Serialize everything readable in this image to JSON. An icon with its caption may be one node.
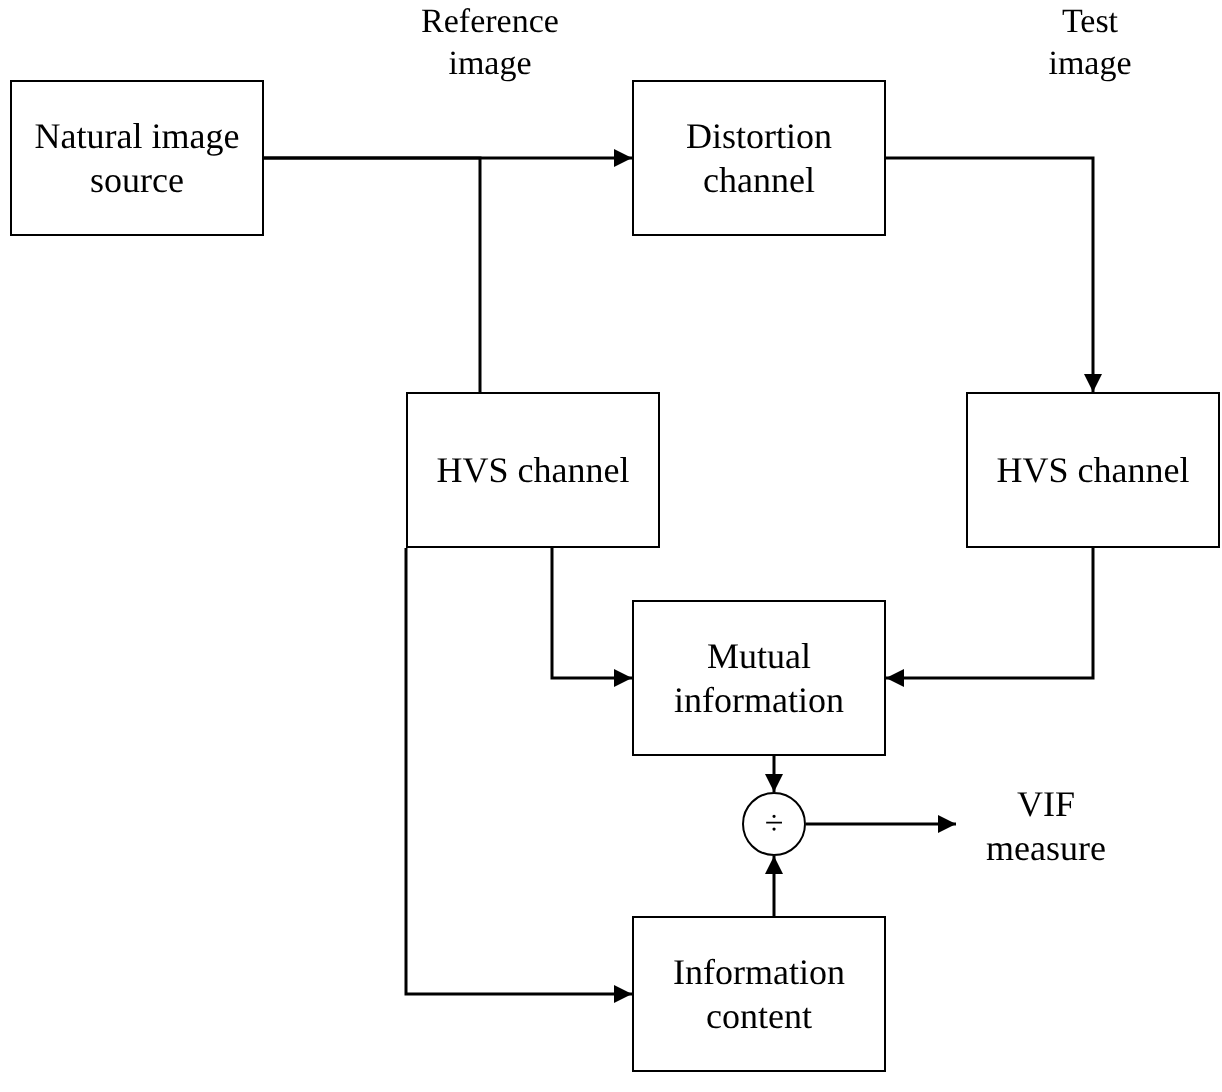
{
  "diagram": {
    "nodes": [
      {
        "text": [
          "Natural image source"
        ]
      },
      {
        "text": [
          "Distortion channel"
        ]
      },
      {
        "text": [
          "HVS channel"
        ]
      },
      {
        "text": [
          "HVS channel"
        ]
      },
      {
        "text": [
          "Mutual information"
        ]
      },
      {
        "text": [
          "÷"
        ]
      },
      {
        "text": [
          "VIF measure"
        ]
      },
      {
        "text": [
          "Information content"
        ]
      }
    ],
    "edges": [
      {
        "from": 0,
        "to": 1,
        "arrow": "to",
        "label": "Reference image"
      },
      {
        "from": 0,
        "to": 2,
        "arrow": "none"
      },
      {
        "from": 1,
        "to": 3,
        "arrow": "to",
        "label": "Test image"
      },
      {
        "from": 2,
        "to": 4,
        "arrow": "to"
      },
      {
        "from": 3,
        "to": 4,
        "arrow": "to"
      },
      {
        "from": 4,
        "to": 5,
        "arrow": "to"
      },
      {
        "from": 7,
        "to": 5,
        "arrow": "to"
      },
      {
        "from": 5,
        "to": 6,
        "arrow": "to"
      },
      {
        "from": 2,
        "to": 7,
        "arrow": "to"
      }
    ]
  }
}
